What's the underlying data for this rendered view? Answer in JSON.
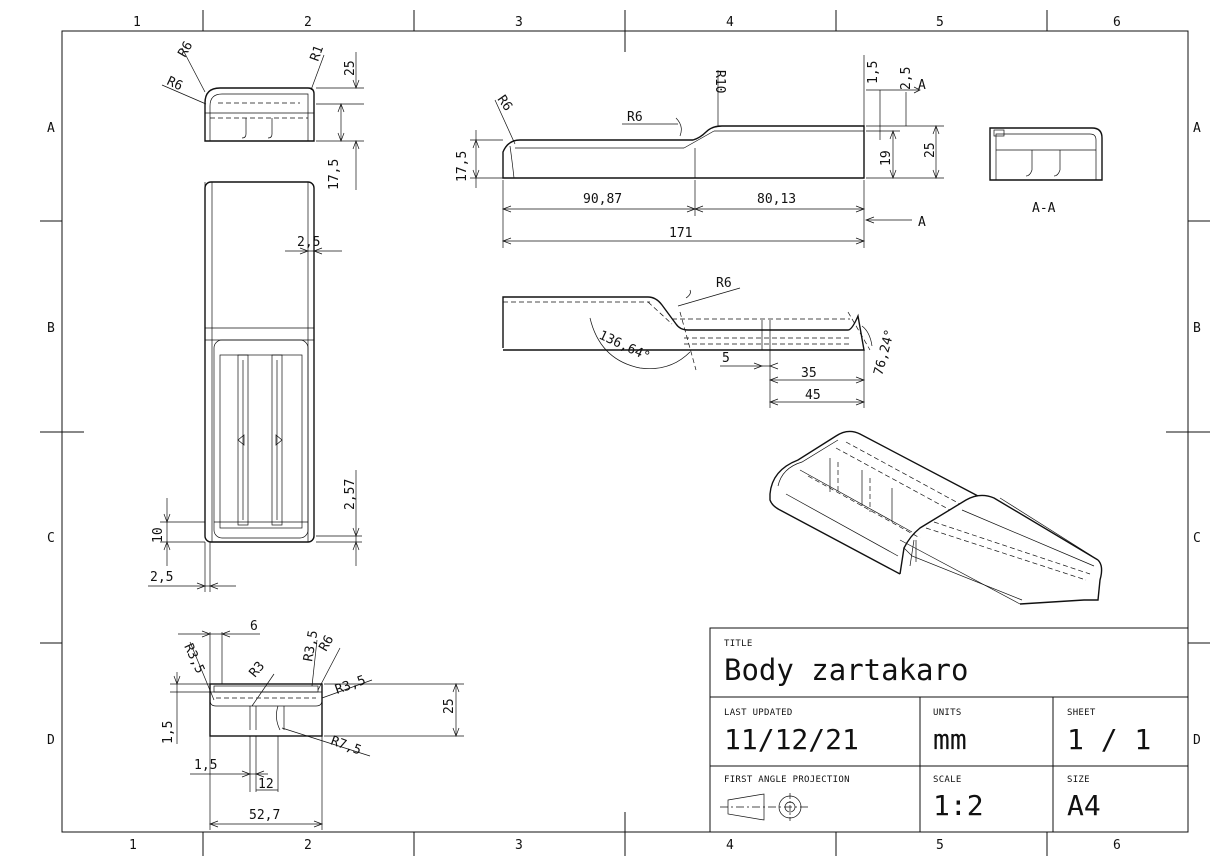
{
  "border": {
    "columns": [
      "1",
      "2",
      "3",
      "4",
      "5",
      "6"
    ],
    "rows": [
      "A",
      "B",
      "C",
      "D"
    ]
  },
  "title_block": {
    "title_label": "TITLE",
    "title": "Body zartakaro",
    "last_updated_label": "LAST UPDATED",
    "last_updated": "11/12/21",
    "units_label": "UNITS",
    "units": "mm",
    "sheet_label": "SHEET",
    "sheet": "1 / 1",
    "projection_label": "FIRST ANGLE PROJECTION",
    "scale_label": "SCALE",
    "scale": "1:2",
    "size_label": "SIZE",
    "size": "A4"
  },
  "dims": {
    "top_view": {
      "r6a": "R6",
      "r6b": "R6",
      "r1": "R1",
      "d25": "25",
      "d17_5": "17,5"
    },
    "plan": {
      "d2_5a": "2,5",
      "d2_57": "2,57",
      "d10": "10",
      "d2_5b": "2,5"
    },
    "front": {
      "d1_5": "1,5",
      "r6": "R6",
      "d6": "6",
      "r3_5a": "R3,5",
      "r3": "R3",
      "r3_5b": "R3,5",
      "r6b": "R6",
      "r3_5c": "R3,5",
      "d25": "25",
      "r7_5": "R7,5",
      "d1_5b": "1,5",
      "d12": "12",
      "d52_7": "52,7"
    },
    "side": {
      "r6a": "R6",
      "r6b": "R6",
      "r10": "R10",
      "d17_5": "17,5",
      "d90_87": "90,87",
      "d80_13": "80,13",
      "d171": "171",
      "d1_5": "1,5",
      "d2_5": "2,5",
      "d19": "19",
      "d25": "25",
      "a_top": "A",
      "a_bot": "A"
    },
    "section": {
      "label": "A-A"
    },
    "bent": {
      "r6": "R6",
      "angle1": "136,64°",
      "angle2": "76,24°",
      "d5": "5",
      "d35": "35",
      "d45": "45"
    }
  }
}
